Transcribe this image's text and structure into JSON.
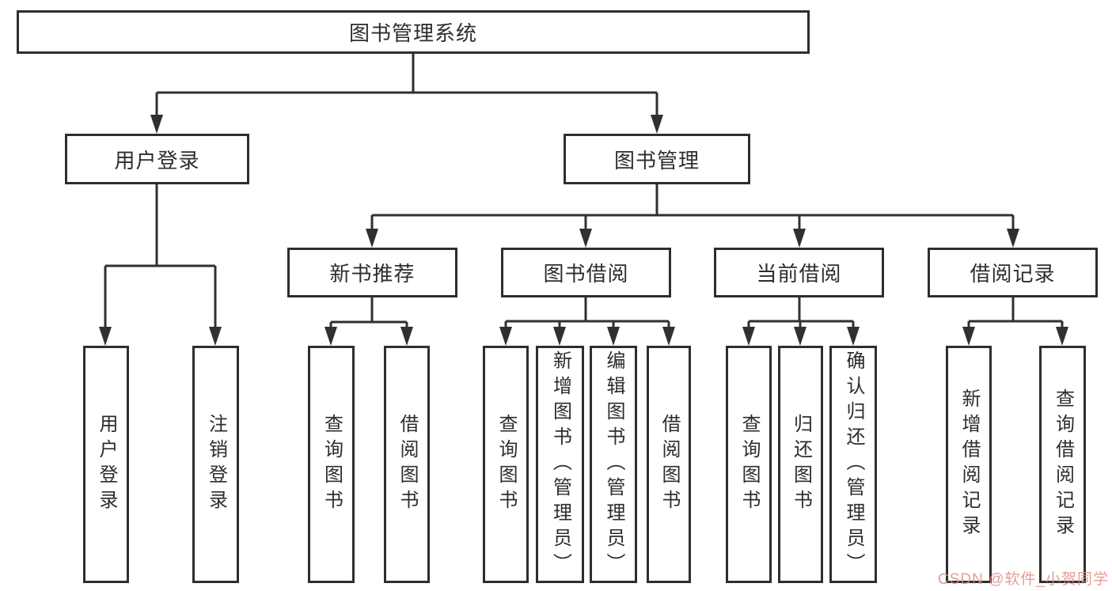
{
  "diagram": {
    "root": {
      "label": "图书管理系统"
    },
    "branches": [
      {
        "label": "用户登录",
        "children": [
          {
            "label": "用户登录"
          },
          {
            "label": "注销登录"
          }
        ]
      },
      {
        "label": "图书管理",
        "children": [
          {
            "label": "新书推荐",
            "children": [
              {
                "label": "查询图书"
              },
              {
                "label": "借阅图书"
              }
            ]
          },
          {
            "label": "图书借阅",
            "children": [
              {
                "label": "查询图书"
              },
              {
                "label": "新增图书（管理员）"
              },
              {
                "label": "编辑图书（管理员）"
              },
              {
                "label": "借阅图书"
              }
            ]
          },
          {
            "label": "当前借阅",
            "children": [
              {
                "label": "查询图书"
              },
              {
                "label": "归还图书"
              },
              {
                "label": "确认归还（管理员）"
              }
            ]
          },
          {
            "label": "借阅记录",
            "children": [
              {
                "label": "新增借阅记录"
              },
              {
                "label": "查询借阅记录"
              }
            ]
          }
        ]
      }
    ]
  },
  "watermark": {
    "text": "CSDN @软件_小贺同学",
    "color": "#de8c84"
  },
  "colors": {
    "line": "#303030",
    "box_border": "#2e2e2e",
    "text": "#2d2d2d",
    "background": "#ffffff"
  }
}
